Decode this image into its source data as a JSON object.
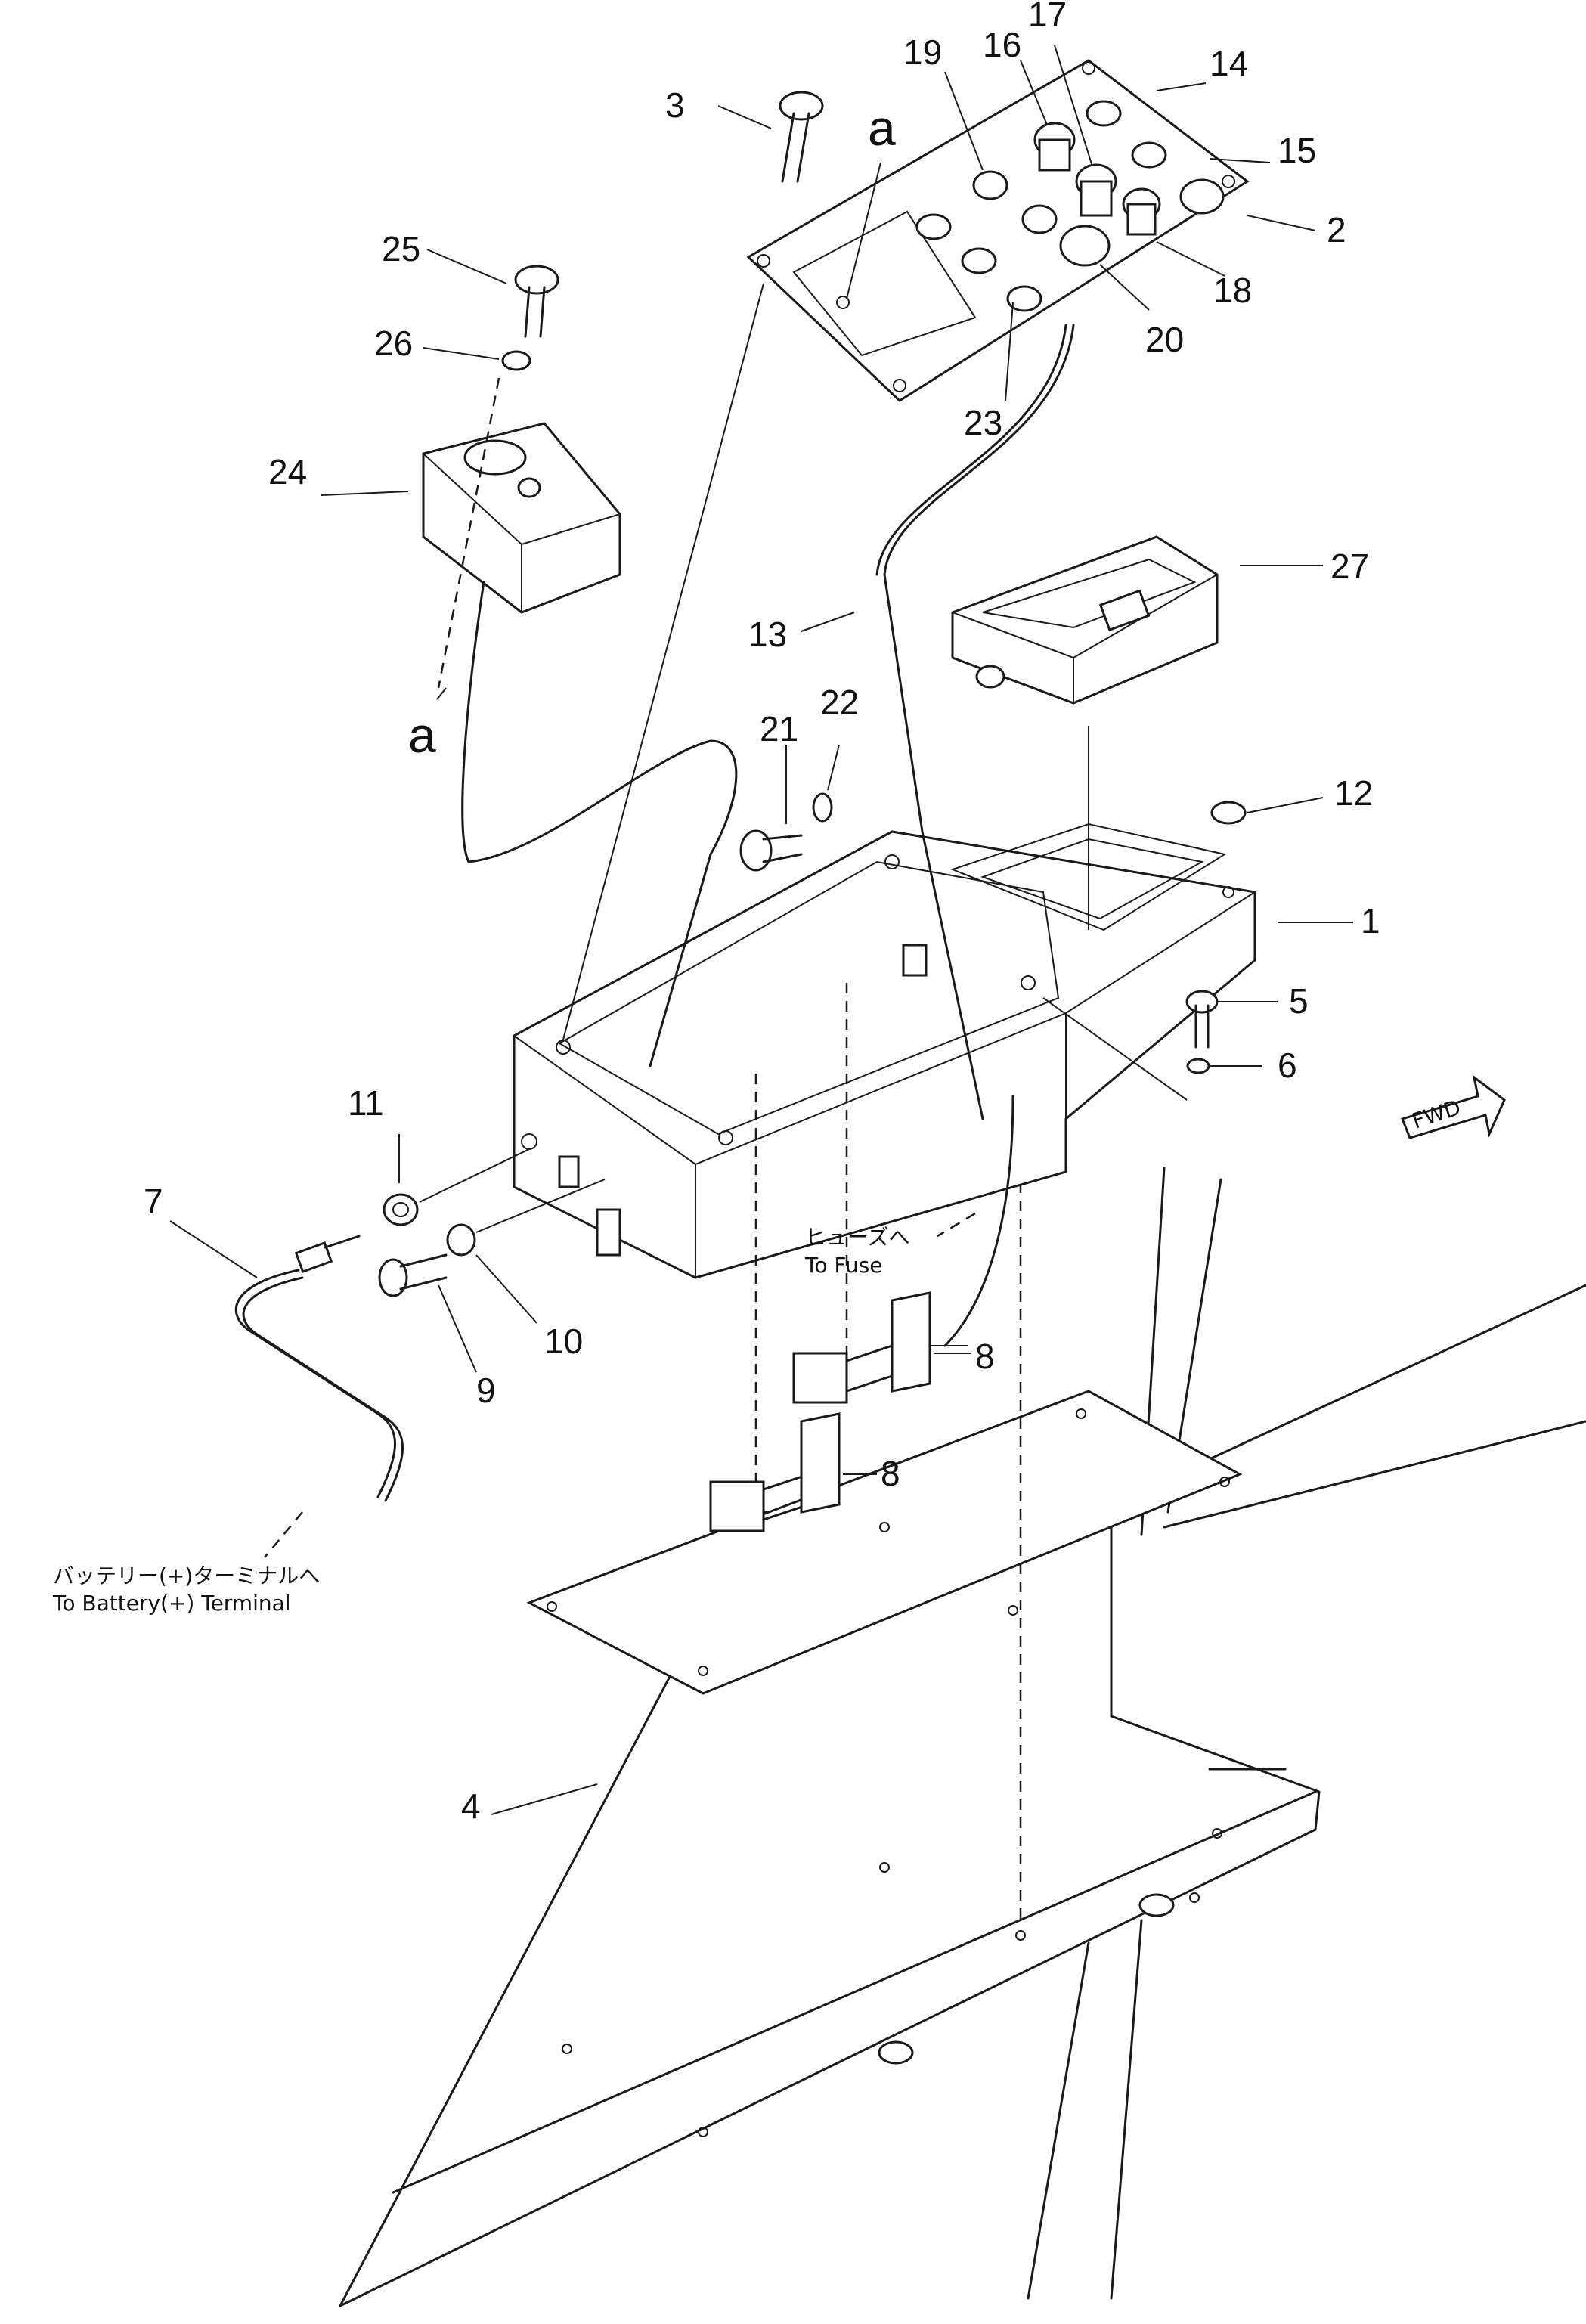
{
  "callouts": {
    "p1": "1",
    "p2": "2",
    "p3": "3",
    "p4": "4",
    "p5": "5",
    "p6": "6",
    "p7": "7",
    "p8a": "8",
    "p8b": "8",
    "p9": "9",
    "p10": "10",
    "p11": "11",
    "p12": "12",
    "p13": "13",
    "p14": "14",
    "p15": "15",
    "p16": "16",
    "p17": "17",
    "p18": "18",
    "p19": "19",
    "p20": "20",
    "p21": "21",
    "p22": "22",
    "p23": "23",
    "p24": "24",
    "p25": "25",
    "p26": "26",
    "p27": "27"
  },
  "refs": {
    "a_top": "a",
    "a_left": "a"
  },
  "notes": {
    "fuse_jp": "ヒューズへ",
    "fuse_en": "To Fuse",
    "battery_jp": "バッテリー(+)ターミナルへ",
    "battery_en": "To Battery(+) Terminal",
    "fwd": "FWD"
  }
}
